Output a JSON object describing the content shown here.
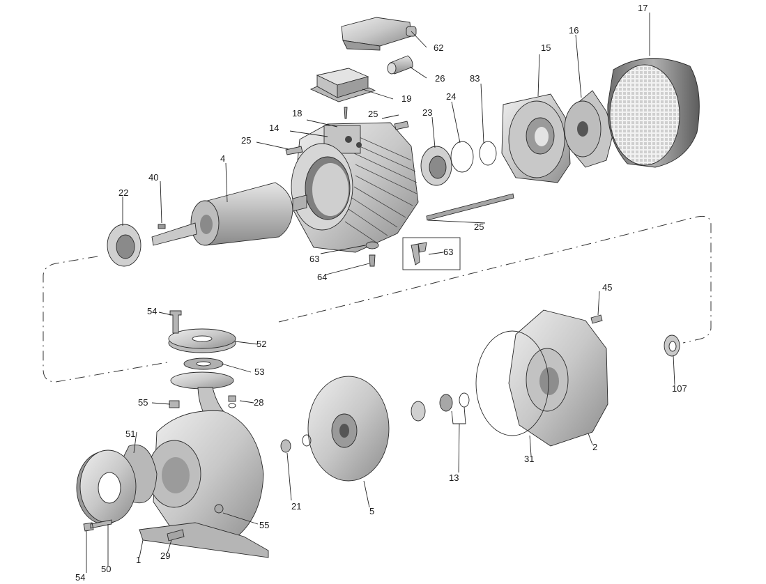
{
  "diagram": {
    "type": "exploded-parts-view",
    "colors": {
      "metal_light": "#d9d9d9",
      "metal_mid": "#b7b7b7",
      "metal_dark": "#7a7a7a",
      "outline": "#2a2a2a",
      "background": "#ffffff"
    }
  },
  "callouts": {
    "c62": "62",
    "c26": "26",
    "c19": "19",
    "c17": "17",
    "c16": "16",
    "c15": "15",
    "c83": "83",
    "c24": "24",
    "c23": "23",
    "c25a": "25",
    "c18": "18",
    "c14": "14",
    "c25b": "25",
    "c4": "4",
    "c40": "40",
    "c22": "22",
    "c25c": "25",
    "c63a": "63",
    "c63b": "63",
    "c64": "64",
    "c45": "45",
    "c107": "107",
    "c54a": "54",
    "c52": "52",
    "c53": "53",
    "c55a": "55",
    "c28": "28",
    "c51": "51",
    "c21": "21",
    "c5": "5",
    "c13": "13",
    "c31": "31",
    "c2": "2",
    "c55b": "55",
    "c54b": "54",
    "c50": "50",
    "c1": "1",
    "c29": "29"
  }
}
